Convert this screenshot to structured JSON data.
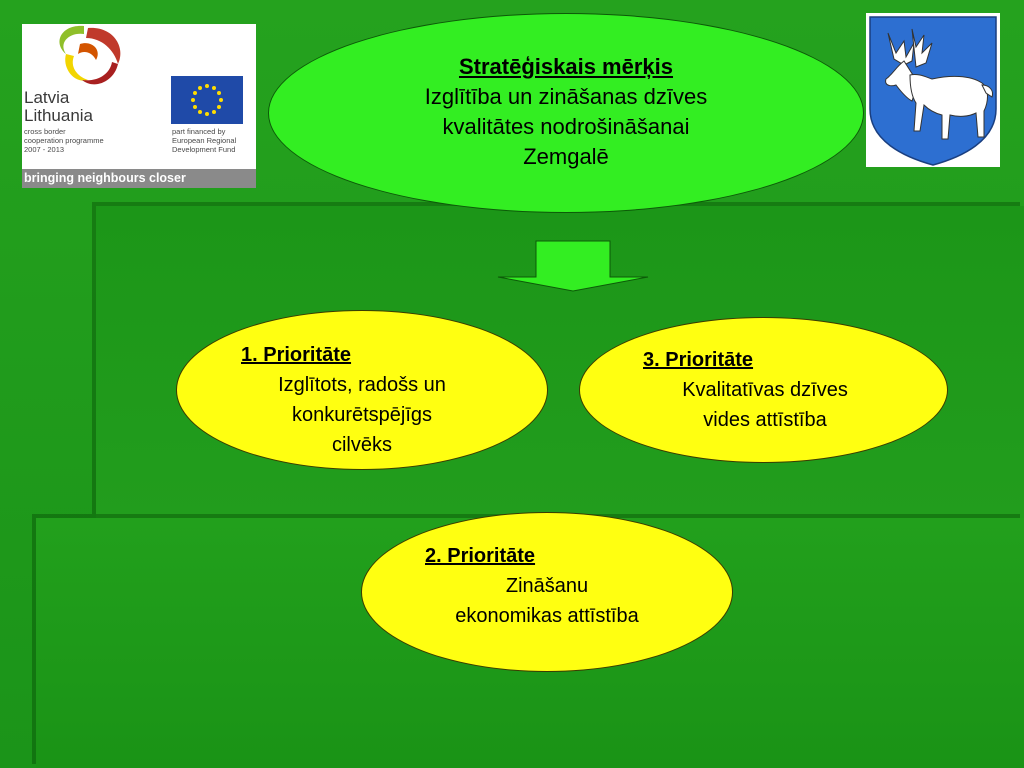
{
  "logo": {
    "name_line1": "Latvia",
    "name_line2": "Lithuania",
    "programme_line1": "cross border",
    "programme_line2": "cooperation programme",
    "programme_line3": "2007 - 2013",
    "fund_line1": "part financed by",
    "fund_line2": "European Regional",
    "fund_line3": "Development Fund",
    "tagline": "bringing neighbours closer"
  },
  "goal": {
    "heading": "Stratēģiskais mērķis",
    "lines": [
      "Izglītība un zināšanas dzīves",
      "kvalitātes nodrošināšanai",
      "Zemgalē"
    ]
  },
  "priorities": {
    "p1": {
      "heading": "1. Prioritāte",
      "lines": [
        "Izglītots, radošs un",
        "konkurētspējīgs",
        "cilvēks"
      ]
    },
    "p3": {
      "heading": "3. Prioritāte",
      "lines": [
        "Kvalitatīvas dzīves",
        "vides attīstība"
      ]
    },
    "p2": {
      "heading": "2. Prioritāte",
      "lines": [
        "Zināšanu",
        "ekonomikas attīstība"
      ]
    }
  },
  "colors": {
    "background": "#1f9a1c",
    "goal_ellipse": "#33ee22",
    "priority_ellipse": "#ffff11",
    "arrow": "#33ee22",
    "crest_shield": "#2d6fd1"
  }
}
